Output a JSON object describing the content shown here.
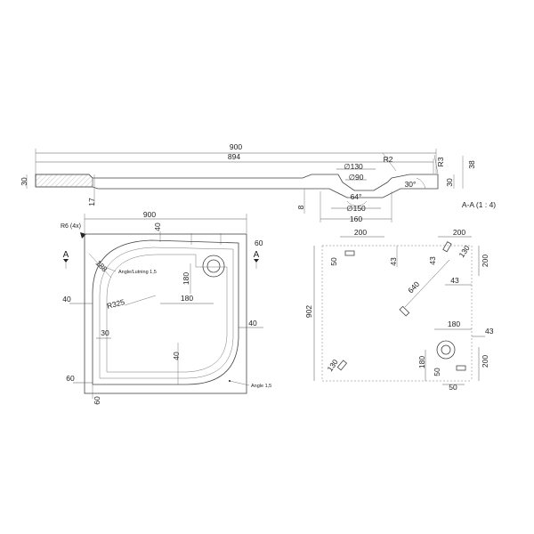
{
  "profile": {
    "dim_900": "900",
    "dim_894": "894",
    "dim_30_left": "30",
    "dim_17": "17",
    "dim_8": "8",
    "dim_d130": "∅130",
    "dim_d90": "∅90",
    "dim_r2": "R2",
    "dim_r3": "R3",
    "dim_38": "38",
    "dim_30_right": "30",
    "angle_30": "30°",
    "angle_64": "64°",
    "dim_d150": "∅150",
    "dim_160": "160",
    "section_title": "A-A (1 : 4)"
  },
  "plan": {
    "r6": "R6 (4x)",
    "dim_900": "900",
    "dim_40_top": "40",
    "dim_60_right": "60",
    "dim_188": "188",
    "angle_lutning": "Angle/Lutning 1,5",
    "dim_180_v": "180",
    "dim_180_h": "180",
    "r325": "R325",
    "dim_40_left": "40",
    "dim_40_right": "40",
    "dim_30": "30",
    "dim_40_bottom": "40",
    "dim_60_left": "60",
    "dim_60_bottom": "60",
    "angle_15": "Angle 1,5",
    "section_a_left": "A",
    "section_a_right": "A"
  },
  "install": {
    "dim_200_a": "200",
    "dim_50": "50",
    "dim_43_a": "43",
    "dim_200_b": "200",
    "dim_43_b": "43",
    "dim_130_a": "130",
    "dim_200_c": "200",
    "dim_43_c": "43",
    "dim_902": "902",
    "dim_640": "640",
    "dim_180": "180",
    "dim_43_d": "43",
    "dim_180_v": "180",
    "dim_200_d": "200",
    "dim_50_b": "50",
    "dim_130_b": "130",
    "dim_50_c": "50"
  }
}
